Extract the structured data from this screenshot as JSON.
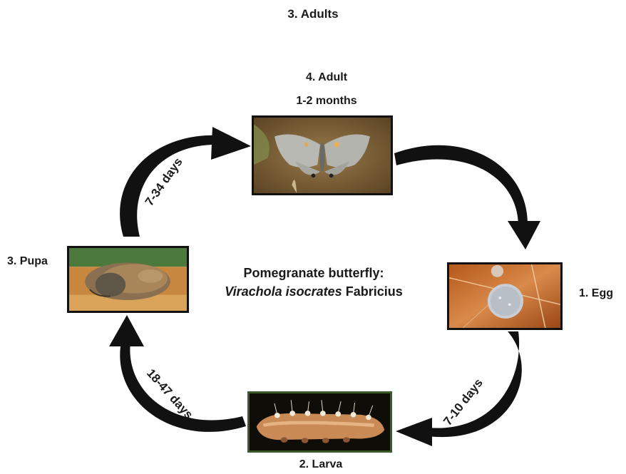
{
  "title": "3. Adults",
  "center": {
    "line1": "Pomegranate butterfly:",
    "genus_species": "Virachola isocrates",
    "author": "Fabricius"
  },
  "stages": {
    "adult": {
      "label": "4. Adult",
      "duration": "1-2 months"
    },
    "egg": {
      "label": "1. Egg"
    },
    "larva": {
      "label": "2. Larva"
    },
    "pupa": {
      "label": "3. Pupa"
    }
  },
  "transitions": {
    "pupa_to_adult": "7-34 days",
    "egg_to_larva": "7-10 days",
    "larva_to_pupa": "18-47 days"
  }
}
